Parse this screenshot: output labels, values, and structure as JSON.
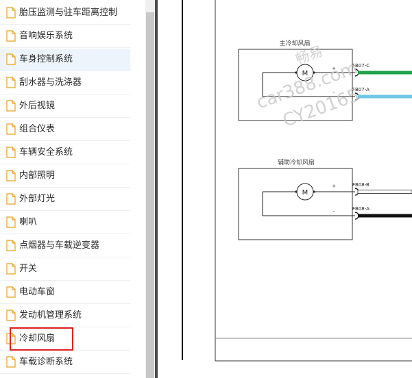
{
  "sidebar": {
    "items": [
      {
        "label": "胎压监测与驻车距离控制"
      },
      {
        "label": "音响娱乐系统"
      },
      {
        "label": "车身控制系统"
      },
      {
        "label": "刮水器与洗涤器"
      },
      {
        "label": "外后视镜"
      },
      {
        "label": "组合仪表"
      },
      {
        "label": "车辆安全系统"
      },
      {
        "label": "内部照明"
      },
      {
        "label": "外部灯光"
      },
      {
        "label": "喇叭"
      },
      {
        "label": "点烟器与车载逆变器"
      },
      {
        "label": "开关"
      },
      {
        "label": "电动车窗"
      },
      {
        "label": "发动机管理系统"
      },
      {
        "label": "冷却风扇"
      },
      {
        "label": "车载诊断系统"
      }
    ],
    "selected_index": 2,
    "highlighted_index": 14
  },
  "diagram": {
    "main_fan": {
      "title": "主冷却风扇",
      "motor_label": "M",
      "plus": "+",
      "minus": "-",
      "connector_top": "FB07-C",
      "connector_bottom": "FB07-A",
      "wire_top_color": "#1fa04a",
      "wire_bottom_color": "#6cc7e6"
    },
    "aux_fan": {
      "title": "辅助冷却风扇",
      "motor_label": "M",
      "plus": "+",
      "minus": "-",
      "connector_top": "FB08-B",
      "connector_bottom": "FB08-A",
      "wire_top_color": "#ffffff",
      "wire_bottom_color": "#111111"
    },
    "watermark": {
      "line1": "畅易",
      "line2": "car388.com",
      "line3": "CY20165"
    }
  }
}
